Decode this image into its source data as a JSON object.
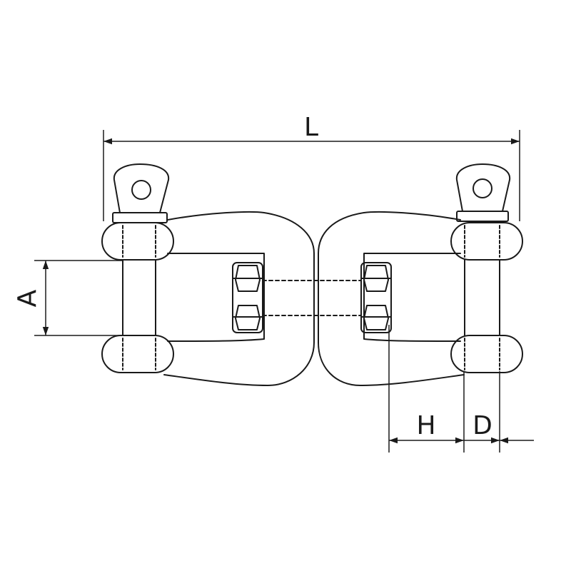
{
  "dimensions": {
    "L": "L",
    "A": "A",
    "H": "H",
    "D": "D"
  },
  "colors": {
    "line": "#1a1a1a",
    "background": "#ffffff"
  }
}
